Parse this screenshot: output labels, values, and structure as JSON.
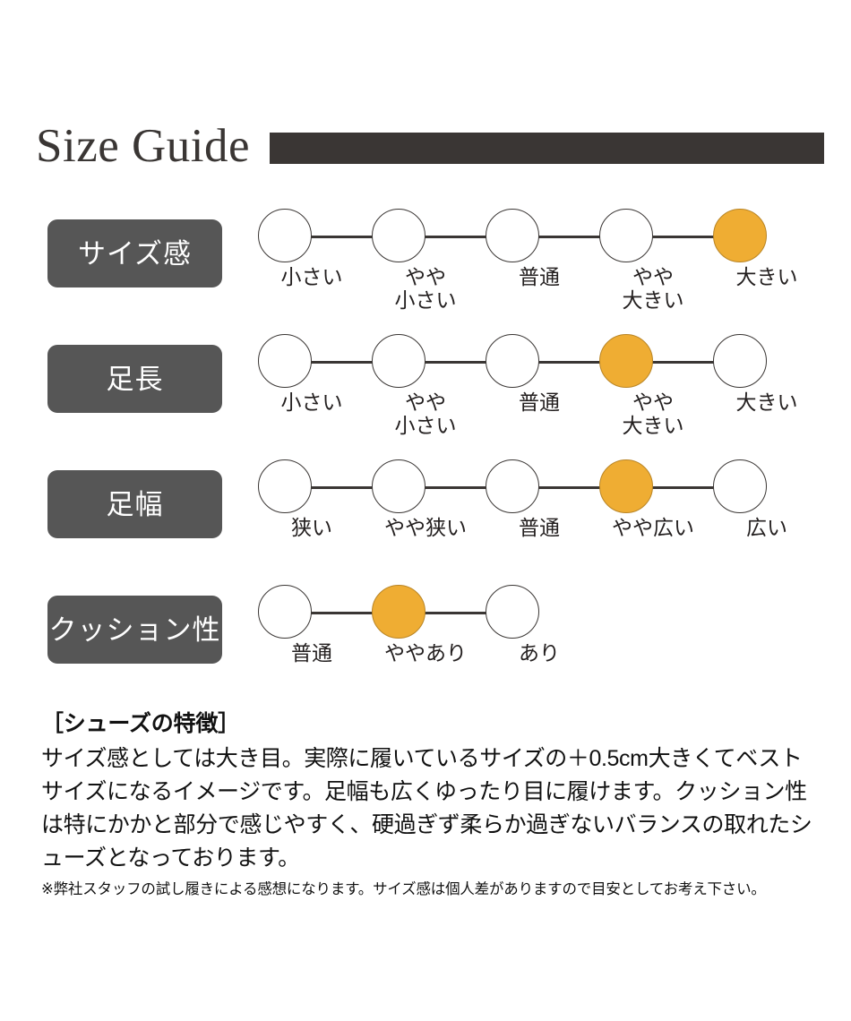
{
  "header": {
    "title": "Size Guide",
    "bar_color": "#3a3634"
  },
  "colors": {
    "label_chip": "#565656",
    "active_node": "#efad33",
    "line": "#3a3634",
    "text": "#231f1f"
  },
  "rows": [
    {
      "key": "size-feel",
      "label": "サイズ感",
      "selected_index": 4,
      "options": [
        {
          "text": "小さい",
          "lines": [
            "小さい"
          ]
        },
        {
          "text": "やや小さい",
          "lines": [
            "やや",
            "小さい"
          ]
        },
        {
          "text": "普通",
          "lines": [
            "普通"
          ]
        },
        {
          "text": "やや大きい",
          "lines": [
            "やや",
            "大きい"
          ]
        },
        {
          "text": "大きい",
          "lines": [
            "大きい"
          ]
        }
      ]
    },
    {
      "key": "foot-length",
      "label": "足長",
      "selected_index": 3,
      "options": [
        {
          "text": "小さい",
          "lines": [
            "小さい"
          ]
        },
        {
          "text": "やや小さい",
          "lines": [
            "やや",
            "小さい"
          ]
        },
        {
          "text": "普通",
          "lines": [
            "普通"
          ]
        },
        {
          "text": "やや大きい",
          "lines": [
            "やや",
            "大きい"
          ]
        },
        {
          "text": "大きい",
          "lines": [
            "大きい"
          ]
        }
      ]
    },
    {
      "key": "foot-width",
      "label": "足幅",
      "selected_index": 3,
      "options": [
        {
          "text": "狭い",
          "lines": [
            "狭い"
          ]
        },
        {
          "text": "やや狭い",
          "lines": [
            "やや狭い"
          ]
        },
        {
          "text": "普通",
          "lines": [
            "普通"
          ]
        },
        {
          "text": "やや広い",
          "lines": [
            "やや広い"
          ]
        },
        {
          "text": "広い",
          "lines": [
            "広い"
          ]
        }
      ]
    },
    {
      "key": "cushioning",
      "label": "クッション性",
      "selected_index": 1,
      "options": [
        {
          "text": "普通",
          "lines": [
            "普通"
          ]
        },
        {
          "text": "ややあり",
          "lines": [
            "ややあり"
          ]
        },
        {
          "text": "あり",
          "lines": [
            "あり"
          ]
        }
      ]
    }
  ],
  "description": {
    "heading": "［シューズの特徴］",
    "body": "サイズ感としては大き目。実際に履いているサイズの＋0.5cm大きくてベストサイズになるイメージです。足幅も広くゆったり目に履けます。クッション性は特にかかと部分で感じやすく、硬過ぎず柔らか過ぎないバランスの取れたシューズとなっております。"
  },
  "note": "※弊社スタッフの試し履きによる感想になります。サイズ感は個人差がありますので目安としてお考え下さい。"
}
